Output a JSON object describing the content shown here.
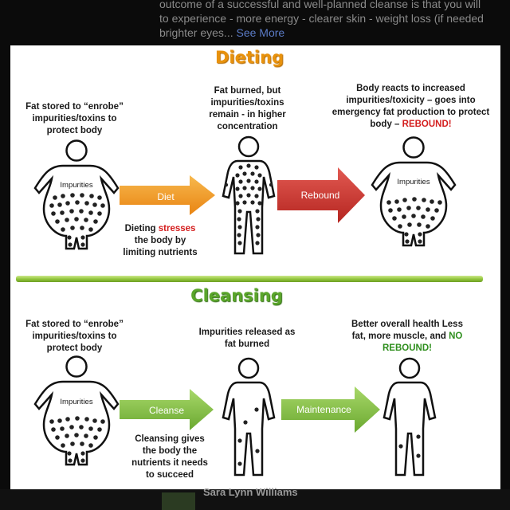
{
  "background": {
    "line1": "outcome of a successful and well-planned cleanse is that you will",
    "line2": "to experience - more energy - clearer skin - weight loss (if needed",
    "line3_text": "brighter eyes...",
    "see_more": "See More",
    "footer_name": "Sara Lynn Williams"
  },
  "dieting": {
    "title": "Dieting",
    "title_color": "#e8920d",
    "fig1_caption": "Fat stored to “enrobe” impurities/toxins to protect body",
    "fig1_label": "Impurities",
    "arrow1_label": "Diet",
    "fig2_caption": "Fat burned, but impurities/toxins remain  - in higher concentration",
    "arrow2_label": "Rebound",
    "fig3_caption_prefix": "Body reacts to increased impurities/toxicity – goes into emergency fat production to protect body –",
    "fig3_caption_emph": "REBOUND!",
    "fig3_label": "Impurities",
    "note_prefix": "Dieting",
    "note_emph": "stresses",
    "note_suffix": "the body by limiting nutrients"
  },
  "cleansing": {
    "title": "Cleansing",
    "title_color": "#5aa52a",
    "fig1_caption": "Fat stored to “enrobe” impurities/toxins to protect body",
    "fig1_label": "Impurities",
    "arrow1_label": "Cleanse",
    "fig2_caption": "Impurities released as fat burned",
    "arrow2_label": "Maintenance",
    "fig3_caption_prefix": "Better overall health Less fat, more muscle, and",
    "fig3_caption_emph": "NO REBOUND!",
    "note": "Cleansing gives the body the nutrients it needs to succeed"
  },
  "colors": {
    "orange_arrow": "#f39a1e",
    "red_arrow": "#c9302c",
    "green_arrow": "#7fbf3f",
    "emph_red": "#d41e1e",
    "emph_green": "#2f8f1e"
  }
}
